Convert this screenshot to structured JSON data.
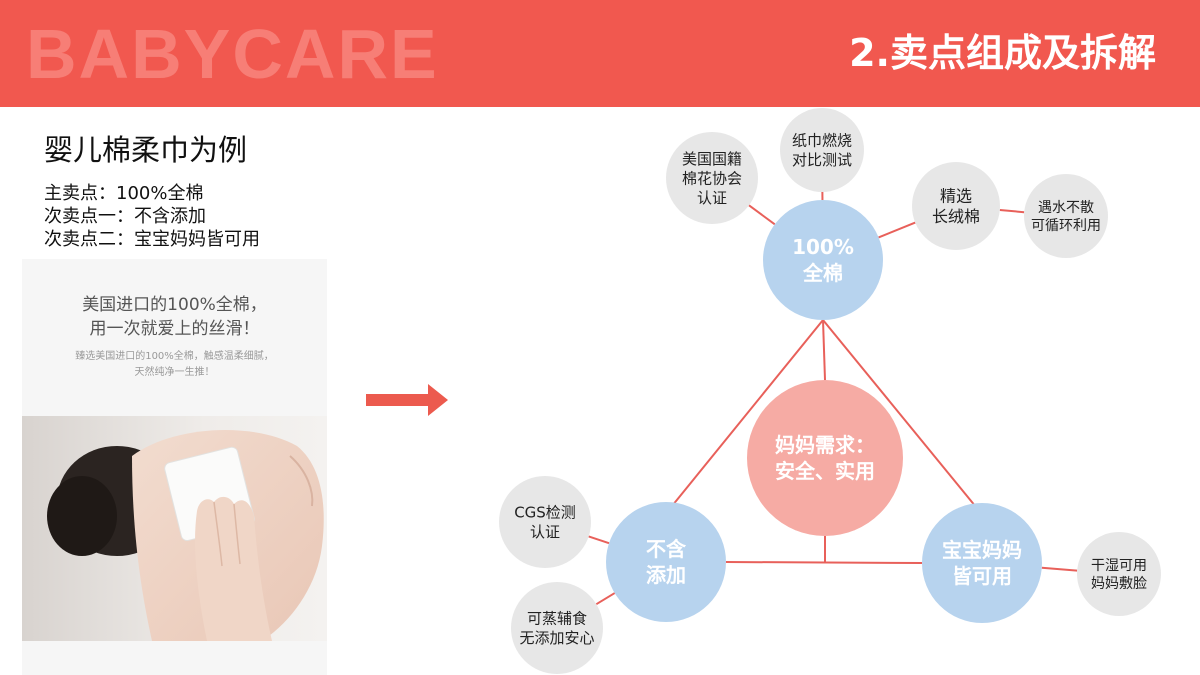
{
  "header": {
    "brand": "BABYCARE",
    "title": "2.卖点组成及拆解"
  },
  "left": {
    "subtitle": "婴儿棉柔巾为例",
    "selling_points": [
      "主卖点：100%全棉",
      "次卖点一：不含添加",
      "次卖点二：宝宝妈妈皆可用"
    ],
    "product_card": {
      "headline_1": "美国进口的100%全棉，",
      "headline_2": "用一次就爱上的丝滑！",
      "sub_1": "臻选美国进口的100%全棉，触感温柔细腻，",
      "sub_2": "天然纯净一生推！"
    }
  },
  "diagram": {
    "center": {
      "line1": "妈妈需求：",
      "line2": "安全、实用"
    },
    "main_nodes": [
      {
        "id": "cotton",
        "line1": "100%",
        "line2": "全棉"
      },
      {
        "id": "no-additive",
        "line1": "不含",
        "line2": "添加"
      },
      {
        "id": "baby-mom",
        "line1": "宝宝妈妈",
        "line2": "皆可用"
      }
    ],
    "sub_nodes": [
      {
        "id": "us-certified",
        "lines": [
          "美国国籍",
          "棉花协会",
          "认证"
        ]
      },
      {
        "id": "burn-test",
        "lines": [
          "纸巾燃烧",
          "对比测试"
        ]
      },
      {
        "id": "long-staple",
        "lines": [
          "精选",
          "长绒棉"
        ]
      },
      {
        "id": "water-reuse",
        "lines": [
          "遇水不散",
          "可循环利用"
        ]
      },
      {
        "id": "cgs-certified",
        "lines": [
          "CGS检测",
          "认证"
        ]
      },
      {
        "id": "food-safe",
        "lines": [
          "可蒸辅食",
          "无添加安心"
        ]
      },
      {
        "id": "wet-dry",
        "lines": [
          "干湿可用",
          "妈妈敷脸"
        ]
      }
    ]
  },
  "colors": {
    "accent": "#f1584f",
    "brand_text": "#f77e76",
    "line": "#e8605a",
    "center_fill": "#f6aba4",
    "main_fill": "#b7d3ee",
    "sub_fill": "#e7e7e7"
  }
}
